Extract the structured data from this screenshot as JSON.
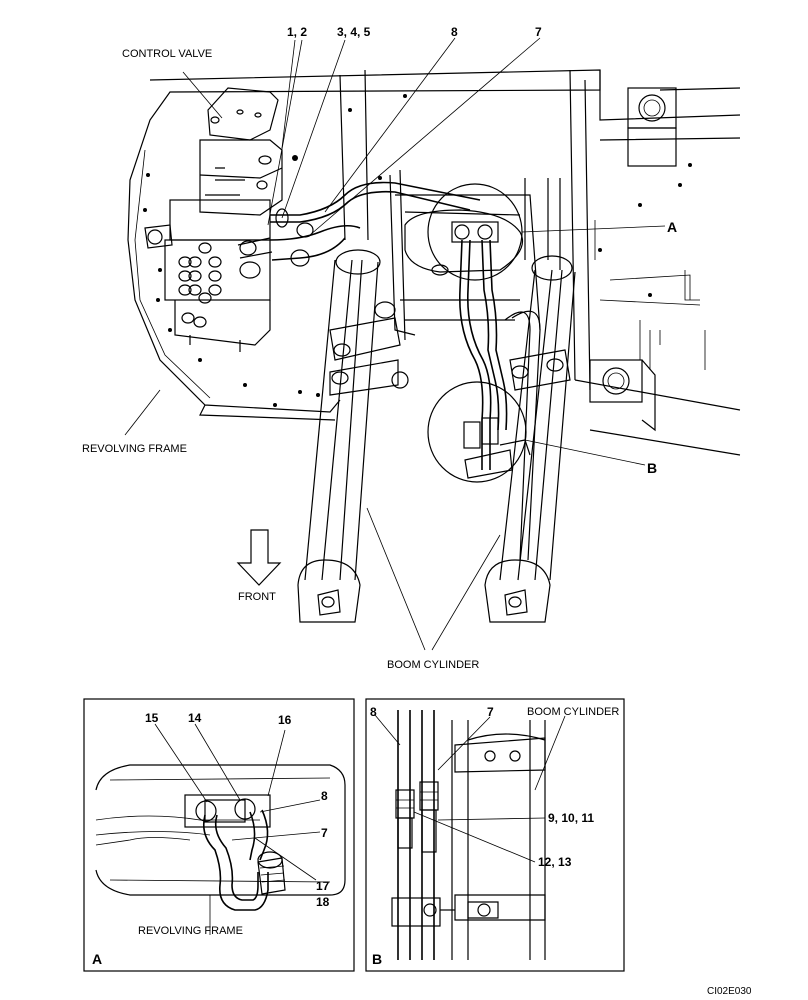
{
  "main": {
    "callouts": {
      "c1": "1, 2",
      "c2": "3, 4, 5",
      "c3": "8",
      "c4": "7",
      "a": "A",
      "b": "B"
    },
    "labels": {
      "control_valve": "CONTROL VALVE",
      "revolving_frame": "REVOLVING FRAME",
      "front": "FRONT",
      "boom_cylinder": "BOOM CYLINDER"
    }
  },
  "detail_a": {
    "letter": "A",
    "callouts": {
      "n15": "15",
      "n14": "14",
      "n16": "16",
      "n8": "8",
      "n7": "7",
      "n17": "17",
      "n18": "18"
    },
    "label": "REVOLVING FRAME"
  },
  "detail_b": {
    "letter": "B",
    "callouts": {
      "n8": "8",
      "n7": "7",
      "n9": "9, 10, 11",
      "n12": "12, 13"
    },
    "label": "BOOM CYLINDER"
  },
  "figure_code": "CI02E030"
}
